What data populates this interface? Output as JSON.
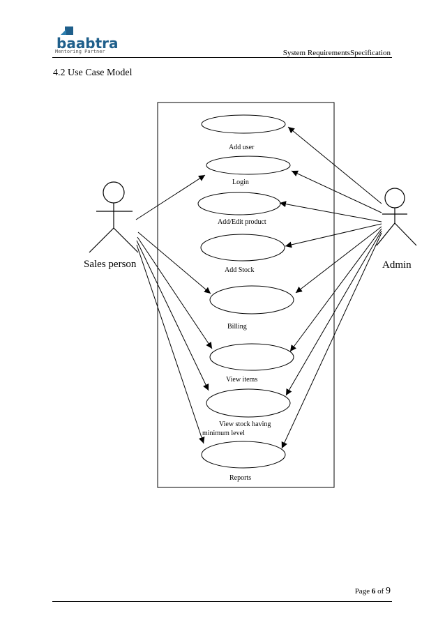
{
  "header": {
    "logo_word": "baabtra",
    "logo_tagline": "Mentoring Partner",
    "document_title": "System RequirementsSpecification"
  },
  "section": {
    "title": "4.2  Use Case Model"
  },
  "diagram": {
    "actors": {
      "left": "Sales person",
      "right": "Admin"
    },
    "use_cases": [
      {
        "id": "add-user",
        "label": "Add user"
      },
      {
        "id": "login",
        "label": "Login"
      },
      {
        "id": "add-edit-product",
        "label": "Add/Edit product"
      },
      {
        "id": "add-stock",
        "label": "Add Stock"
      },
      {
        "id": "billing",
        "label": "Billing"
      },
      {
        "id": "view-items",
        "label": "View items"
      },
      {
        "id": "view-stock-min",
        "label_line1": "View stock  having",
        "label_line2": "minimum level"
      },
      {
        "id": "reports",
        "label": "Reports"
      }
    ]
  },
  "footer": {
    "page_word": "Page",
    "page_number": "6",
    "of_word": "of",
    "total_pages": "9"
  }
}
